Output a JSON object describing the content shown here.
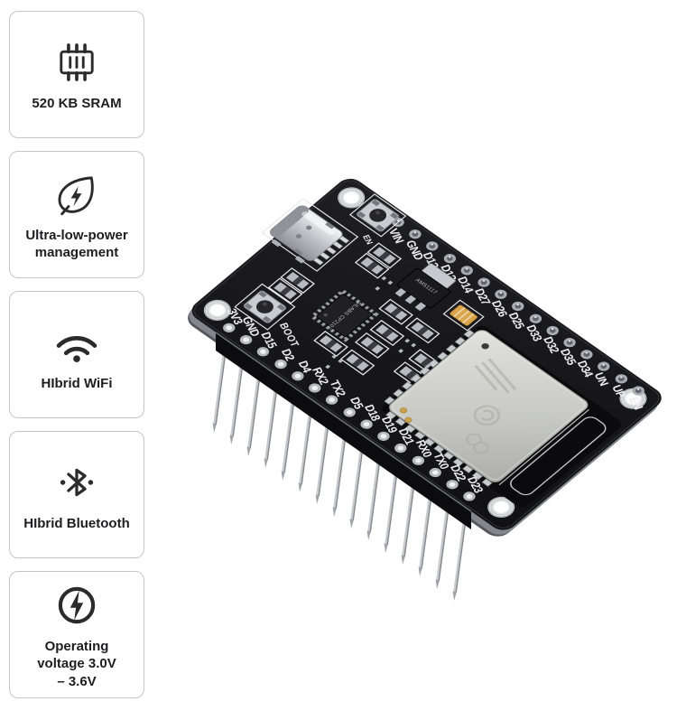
{
  "page": {
    "background": "#ffffff"
  },
  "features": [
    {
      "icon": "memory-chip-icon",
      "label": "520 KB SRAM"
    },
    {
      "icon": "eco-power-icon",
      "label": "Ultra-low-power management"
    },
    {
      "icon": "wifi-icon",
      "label": "HIbrid WiFi"
    },
    {
      "icon": "bluetooth-icon",
      "label": "HIbrid Bluetooth"
    },
    {
      "icon": "voltage-icon",
      "label": "Operating voltage 3.0V – 3.6V"
    }
  ],
  "board": {
    "pins_top": [
      "VIN",
      "GND",
      "D13",
      "D12",
      "D14",
      "D27",
      "D26",
      "D25",
      "D33",
      "D32",
      "D35",
      "D34",
      "UN",
      "UP",
      "EN"
    ],
    "pins_bottom": [
      "3V3",
      "GND",
      "D15",
      "D2",
      "D4",
      "RX2",
      "TX2",
      "D5",
      "D18",
      "D19",
      "D21",
      "RX0",
      "TX0",
      "D22",
      "D23"
    ],
    "boot_button_label": "BOOT",
    "en_button_label": "EN",
    "usb_bridge_marking": "SILABS CP2102",
    "regulator_marking": "AMS1117",
    "colors": {
      "pcb": "#17171b",
      "shield": "#cdcfc9",
      "silkscreen": "#e9e9ea",
      "pin_metal": "#c7c9cd",
      "capacitor": "#d9a44a"
    }
  }
}
